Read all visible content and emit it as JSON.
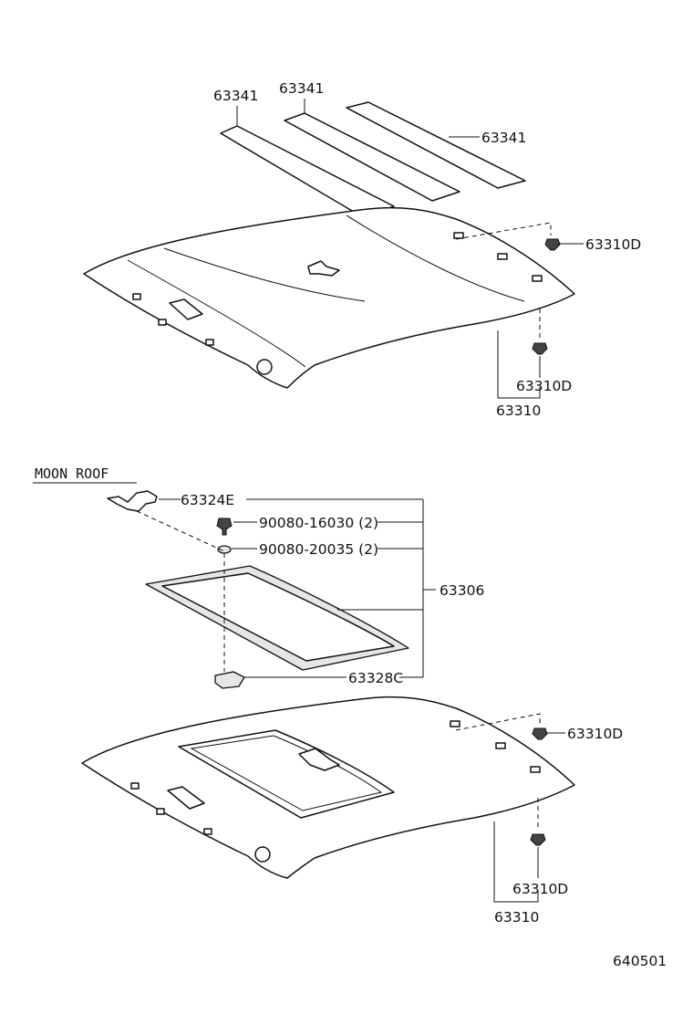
{
  "section": {
    "moon_roof_label": "MOON ROOF"
  },
  "upper_parts": {
    "pad_a": "63341",
    "pad_b": "63341",
    "pad_c": "63341",
    "clip_top": "63310D",
    "clip_bottom": "63310D",
    "headlining": "63310"
  },
  "moon_roof_parts": {
    "bracket": "63324E",
    "screw": "90080-16030 (2)",
    "nut": "90080-20035 (2)",
    "garnish_assy": "63306",
    "holder": "63328C",
    "clip_top": "63310D",
    "clip_bottom": "63310D",
    "headlining": "63310"
  },
  "diagram_id": "640501"
}
